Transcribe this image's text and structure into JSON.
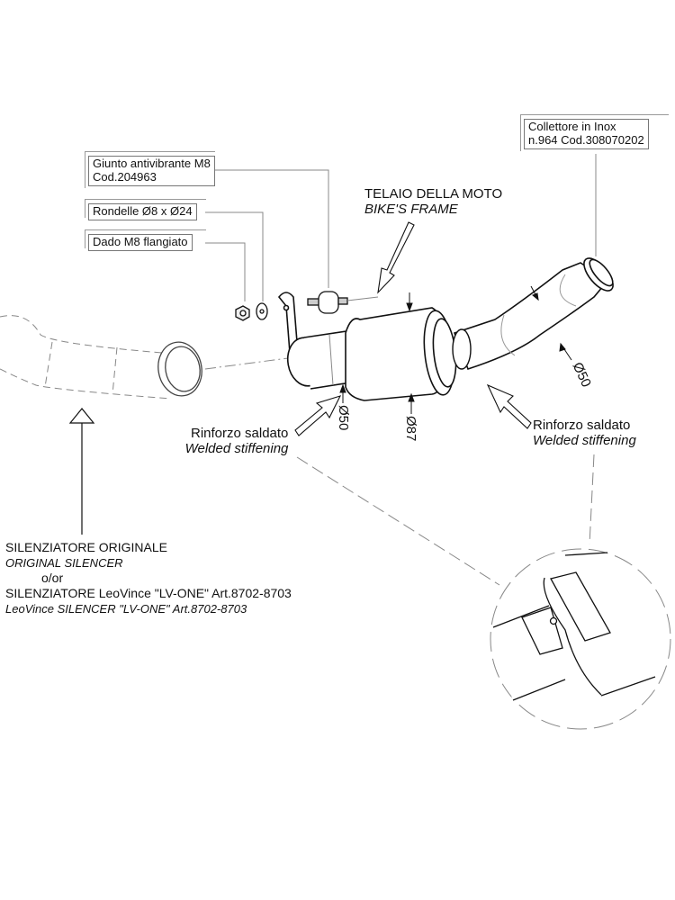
{
  "callouts": {
    "giunto": {
      "line1": "Giunto antivibrante M8",
      "line2": "Cod.204963"
    },
    "rondelle": {
      "text": "Rondelle Ø8 x Ø24"
    },
    "dado": {
      "text": "Dado M8 flangiato"
    },
    "collettore": {
      "line1": "Collettore in Inox",
      "line2": "n.964  Cod.308070202"
    }
  },
  "frame_label": {
    "it": "TELAIO DELLA MOTO",
    "en": "BIKE'S FRAME"
  },
  "reinforcement_left": {
    "it": "Rinforzo saldato",
    "en": "Welded stiffening"
  },
  "reinforcement_right": {
    "it": "Rinforzo saldato",
    "en": "Welded stiffening"
  },
  "dimensions": {
    "d_inlet": "Ø50",
    "d_body": "Ø87",
    "d_pipe": "Ø50"
  },
  "silencer_note": {
    "line1": "SILENZIATORE ORIGINALE",
    "line2": "ORIGINAL SILENCER",
    "line3": "o/or",
    "line4": "SILENZIATORE LeoVince \"LV-ONE\" Art.8702-8703",
    "line5": "LeoVince SILENCER \"LV-ONE\" Art.8702-8703"
  }
}
